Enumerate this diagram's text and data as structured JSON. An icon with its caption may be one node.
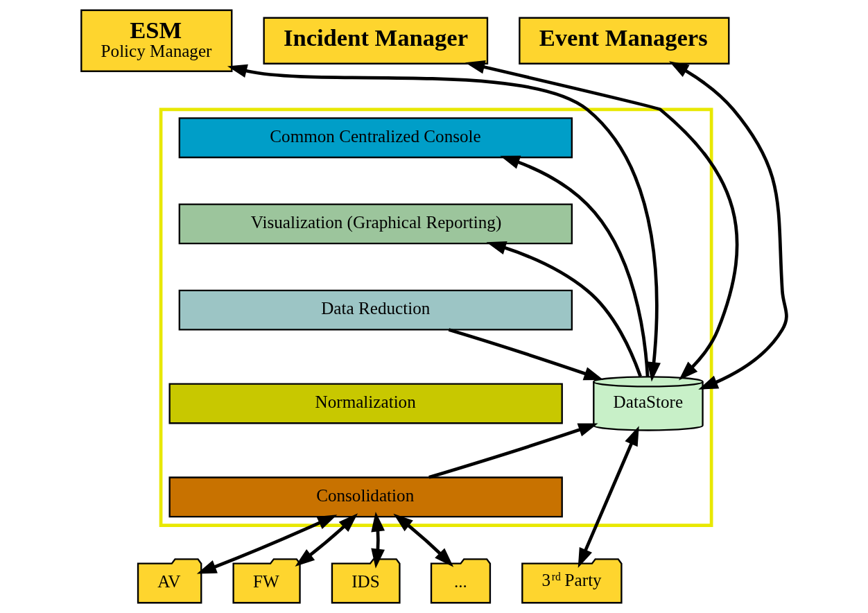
{
  "diagram": {
    "nodes": [
      {
        "text": [
          "ESM",
          "Policy Manager"
        ]
      },
      {
        "text": [
          "Incident Manager"
        ]
      },
      {
        "text": [
          "Event Managers"
        ]
      },
      {
        "text": [],
        "shape": "box"
      },
      {
        "text": [
          "Common Centralized Console"
        ],
        "in": 3
      },
      {
        "text": [
          "Visualization (Graphical Reporting)"
        ],
        "in": 3
      },
      {
        "text": [
          "Data Reduction"
        ],
        "in": 3
      },
      {
        "text": [
          "Normalization"
        ],
        "in": 3
      },
      {
        "text": [
          "Consolidation"
        ],
        "in": 3
      },
      {
        "text": [
          "DataStore"
        ],
        "in": 3
      },
      {
        "text": [
          "AV"
        ]
      },
      {
        "text": [
          "FW"
        ]
      },
      {
        "text": [
          "IDS"
        ]
      },
      {
        "text": [
          "..."
        ]
      },
      {
        "text": [
          "3$^{rd}$ Party"
        ]
      }
    ],
    "edges": [
      {
        "from": 9,
        "to": 0,
        "arrow": "both"
      },
      {
        "from": 9,
        "to": 1,
        "arrow": "both"
      },
      {
        "from": 9,
        "to": 2,
        "arrow": "both"
      },
      {
        "from": 9,
        "to": 4,
        "arrow": "to"
      },
      {
        "from": 9,
        "to": 5,
        "arrow": "to"
      },
      {
        "from": 6,
        "to": 9,
        "arrow": "to"
      },
      {
        "from": 8,
        "to": 9,
        "arrow": "to"
      },
      {
        "from": 10,
        "to": 8,
        "arrow": "both"
      },
      {
        "from": 11,
        "to": 8,
        "arrow": "both"
      },
      {
        "from": 12,
        "to": 8,
        "arrow": "both"
      },
      {
        "from": 13,
        "to": 8,
        "arrow": "both"
      },
      {
        "from": 14,
        "to": 9,
        "arrow": "both"
      }
    ]
  }
}
